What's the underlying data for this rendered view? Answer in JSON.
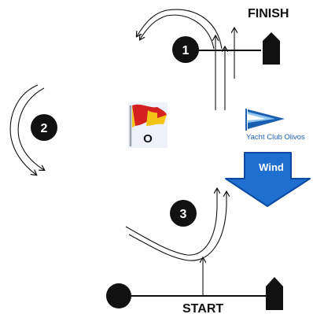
{
  "labels": {
    "finish": "FINISH",
    "start": "START",
    "wind": "Wind",
    "club": "Yacht Club Olivos",
    "flag_letter": "O"
  },
  "marks": [
    {
      "id": "mark-1",
      "number": "1"
    },
    {
      "id": "mark-2",
      "number": "2"
    },
    {
      "id": "mark-3",
      "number": "3"
    }
  ],
  "colors": {
    "ink": "#111111",
    "wind_arrow": "#1f6fd1",
    "wind_arrow_dark": "#0b4aa0",
    "flag_red": "#d42020",
    "flag_yellow": "#f2c417",
    "burgee_blue": "#1b5fb0",
    "burgee_light": "#8ec6ef"
  }
}
